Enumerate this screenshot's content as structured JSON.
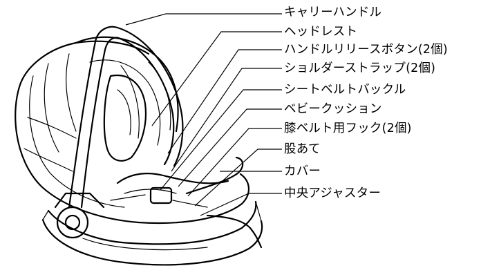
{
  "labels": [
    "キャリーハンドル",
    "ヘッドレスト",
    "ハンドルリリースボタン(2個)",
    "ショルダーストラップ(2個)",
    "シートベルトバックル",
    "ベビークッション",
    "膝ベルト用フック(2個)",
    "股あて",
    "カバー",
    "中央アジャスター"
  ]
}
